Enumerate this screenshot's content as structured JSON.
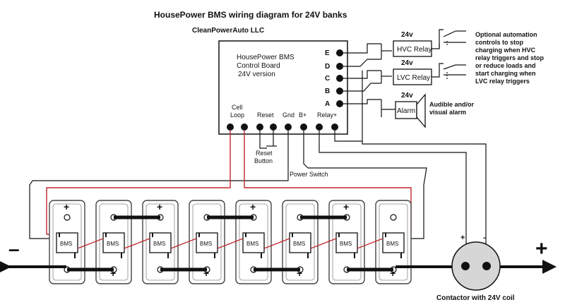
{
  "title": "HousePower BMS wiring diagram for 24V banks",
  "company": "CleanPowerAuto LLC",
  "board": {
    "line1": "HousePower BMS",
    "line2": "Control Board",
    "line3": "24V version",
    "right_terminals": [
      "E",
      "D",
      "C",
      "B",
      "A"
    ],
    "bottom_labels": {
      "cell_loop_1": "Cell",
      "cell_loop_2": "Loop",
      "reset": "Reset",
      "gnd": "Gnd",
      "bplus": "B+",
      "relay_plus": "Relay+"
    }
  },
  "relays": {
    "voltage": "24v",
    "hvc": "HVC Relay",
    "lvc": "LVC Relay",
    "alarm": "Alarm"
  },
  "notes": {
    "automation": [
      "Optional automation",
      "controls to stop",
      "charging when HVC",
      "relay triggers and stop",
      "or reduce loads and",
      "start charging when",
      "LVC relay triggers"
    ],
    "alarm": [
      "Audible and/or",
      "visual alarm"
    ]
  },
  "switches": {
    "reset_1": "Reset",
    "reset_2": "Button",
    "power": "Power Switch"
  },
  "battery": {
    "bms_label": "BMS",
    "plus": "+",
    "minus_terminal": "–",
    "plus_terminal": "+"
  },
  "contactor": {
    "label": "Contactor with 24V coil",
    "plus": "+",
    "minus": "-"
  },
  "colors": {
    "wire": "#111111",
    "red": "#c0272d",
    "cell_outline": "#444444",
    "cell_fill": "#ffffff",
    "contactor_fill": "#d6d6d6"
  }
}
